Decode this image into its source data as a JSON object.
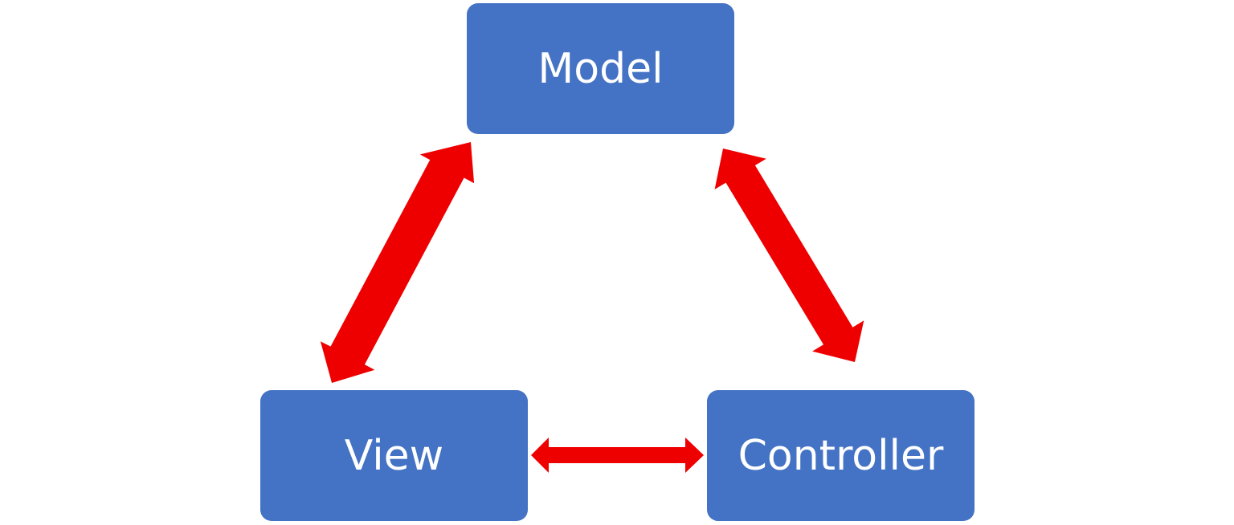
{
  "diagram": {
    "nodes": {
      "model": {
        "label": "Model"
      },
      "view": {
        "label": "View"
      },
      "controller": {
        "label": "Controller"
      }
    },
    "edges": [
      {
        "from": "model",
        "to": "view",
        "direction": "bidirectional"
      },
      {
        "from": "model",
        "to": "controller",
        "direction": "bidirectional"
      },
      {
        "from": "view",
        "to": "controller",
        "direction": "bidirectional"
      }
    ]
  },
  "colors": {
    "node_fill": "#4472c4",
    "node_text": "#ffffff",
    "arrow": "#ee0000"
  }
}
